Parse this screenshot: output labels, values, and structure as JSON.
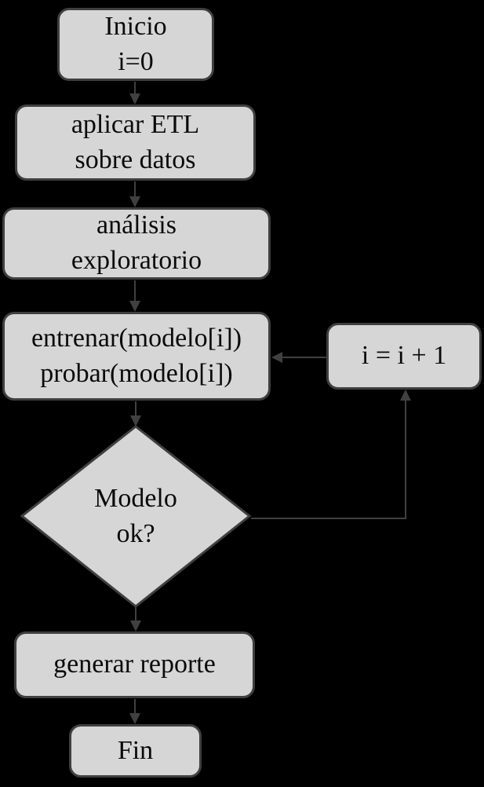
{
  "background_color": "#000000",
  "colors": {
    "node_fill": "#d6d6d6",
    "node_border": "#3f3f3f",
    "arrow": "#404040",
    "text": "#0a0a0a"
  },
  "diagram": {
    "type": "flowchart",
    "nodes": [
      {
        "id": "inicio",
        "shape": "rounded-rect",
        "label": "Inicio\ni=0"
      },
      {
        "id": "etl",
        "shape": "rounded-rect",
        "label": "aplicar ETL\nsobre datos"
      },
      {
        "id": "analisis",
        "shape": "rounded-rect",
        "label": "análisis\nexploratorio"
      },
      {
        "id": "entrenar",
        "shape": "rounded-rect",
        "label": "entrenar(modelo[i])\nprobar(modelo[i])"
      },
      {
        "id": "increment",
        "shape": "rounded-rect",
        "label": "i = i + 1"
      },
      {
        "id": "decision",
        "shape": "diamond",
        "label": "Modelo\nok?"
      },
      {
        "id": "reporte",
        "shape": "rounded-rect",
        "label": "generar reporte"
      },
      {
        "id": "fin",
        "shape": "rounded-rect",
        "label": "Fin"
      }
    ],
    "edges": [
      {
        "from": "inicio",
        "to": "etl",
        "label": ""
      },
      {
        "from": "etl",
        "to": "analisis",
        "label": ""
      },
      {
        "from": "analisis",
        "to": "entrenar",
        "label": ""
      },
      {
        "from": "entrenar",
        "to": "decision",
        "label": ""
      },
      {
        "from": "decision",
        "to": "reporte",
        "label": ""
      },
      {
        "from": "decision",
        "to": "increment",
        "label": ""
      },
      {
        "from": "increment",
        "to": "entrenar",
        "label": ""
      },
      {
        "from": "reporte",
        "to": "fin",
        "label": ""
      }
    ]
  }
}
